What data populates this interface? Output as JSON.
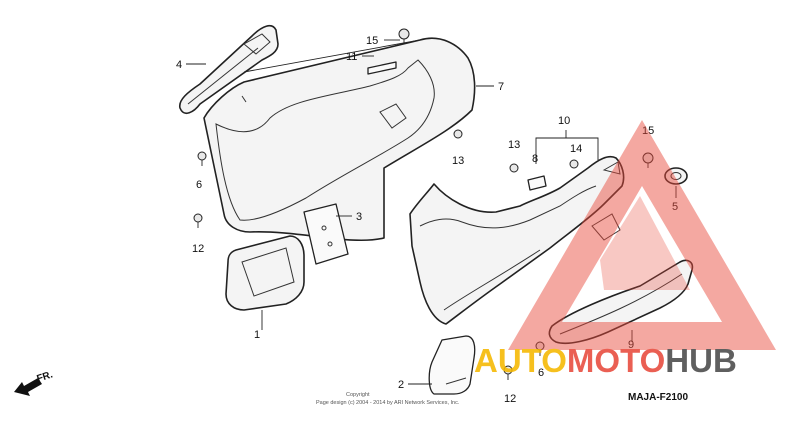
{
  "callouts": {
    "c1": "1",
    "c2": "2",
    "c3": "3",
    "c4": "4",
    "c5": "5",
    "c6a": "6",
    "c6b": "6",
    "c7": "7",
    "c8": "8",
    "c9": "9",
    "c10": "10",
    "c11": "11",
    "c12a": "12",
    "c12b": "12",
    "c13a": "13",
    "c13b": "13",
    "c14": "14",
    "c15a": "15",
    "c15b": "15"
  },
  "diagram_code": "MAJA-F2100",
  "copyright_line1": "Copyright",
  "copyright_line2": "Page design (c) 2004 - 2014 by ARI Network Services, Inc.",
  "front_label": "FR.",
  "watermark": {
    "word1": "AUTO",
    "word2": "MOTO",
    "word3": "HUB",
    "color1": "#f5b800",
    "color2": "#e84a3c",
    "color3": "#4a4a4a",
    "triangle_color": "#e84a3c"
  }
}
